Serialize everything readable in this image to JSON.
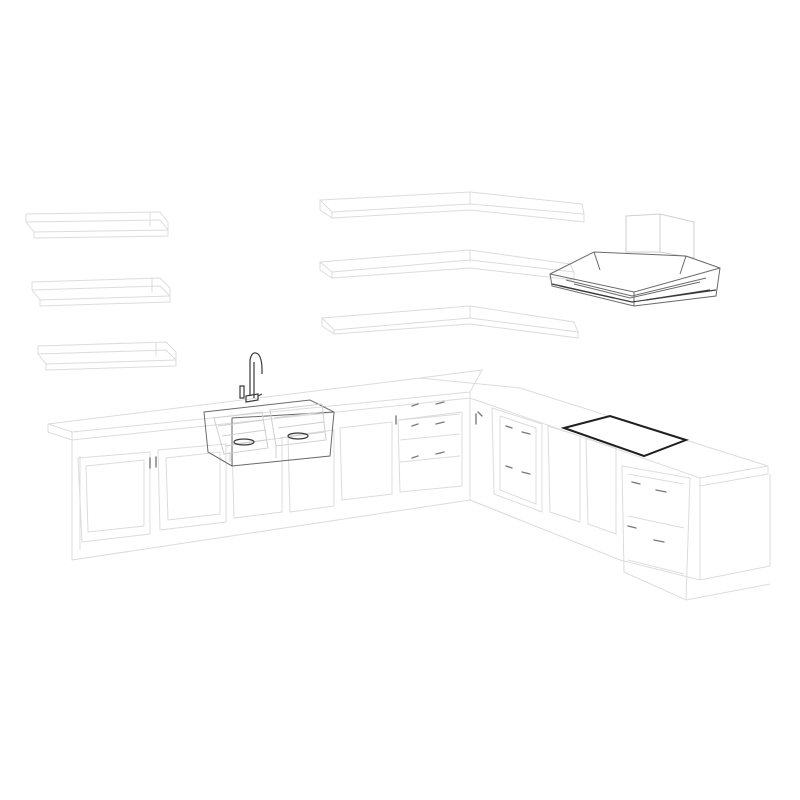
{
  "colors": {
    "background": "#ffffff",
    "wireframe_light": "#dcdcdc",
    "wireframe_mid": "#cfcfcf",
    "detail": "#6a6a6a",
    "hob_outline": "#1f1f1f"
  },
  "objects": [
    "wall-shelf-left-top",
    "wall-shelf-left-middle",
    "wall-shelf-left-bottom",
    "corner-shelf-top",
    "corner-shelf-middle",
    "corner-shelf-bottom",
    "range-hood",
    "counter-base-cabinets",
    "double-sink",
    "faucet",
    "drawer-stack",
    "induction-hob"
  ]
}
